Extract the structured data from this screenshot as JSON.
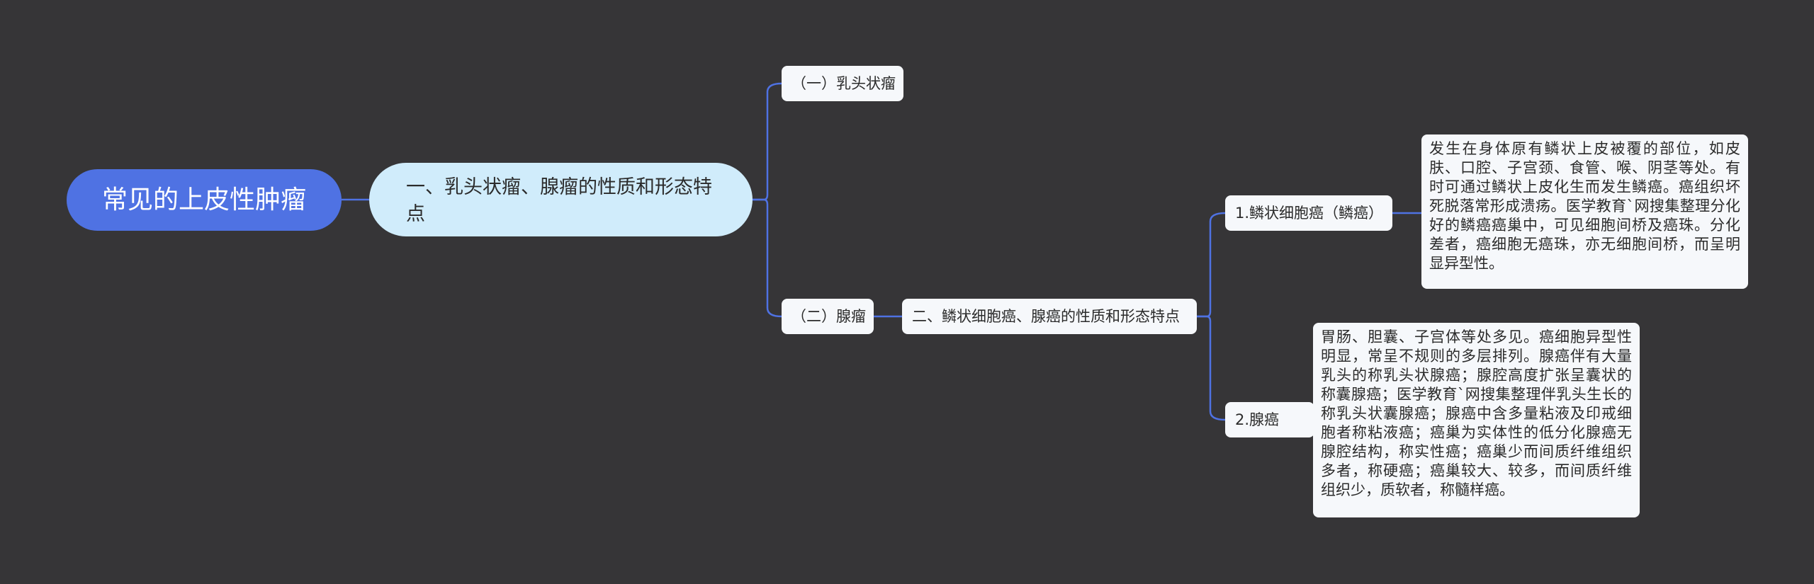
{
  "mindmap": {
    "root": {
      "label": "常见的上皮性肿瘤"
    },
    "branch": {
      "label": "一、乳头状瘤、腺瘤的性质和形态特点",
      "children": {
        "papilloma": {
          "label": "（一）乳头状瘤"
        },
        "adenoma": {
          "label": "（二）腺瘤",
          "section": {
            "label": "二、鳞状细胞癌、腺癌的性质和形态特点",
            "squamous": {
              "label": "1.鳞状细胞癌（鳞癌）",
              "detail": "发生在身体原有鳞状上皮被覆的部位，如皮肤、口腔、子宫颈、食管、喉、阴茎等处。有时可通过鳞状上皮化生而发生鳞癌。癌组织坏死脱落常形成溃疡。医学教育`网搜集整理分化好的鳞癌癌巢中，可见细胞间桥及癌珠。分化差者，癌细胞无癌珠，亦无细胞间桥，而呈明显异型性。"
            },
            "adenocarcinoma": {
              "label": "2.腺癌",
              "detail": "胃肠、胆囊、子宫体等处多见。癌细胞异型性明显，常呈不规则的多层排列。腺癌伴有大量乳头的称乳头状腺癌；腺腔高度扩张呈囊状的称囊腺癌；医学教育`网搜集整理伴乳头生长的称乳头状囊腺癌；腺癌中含多量粘液及印戒细胞者称粘液癌；癌巢为实体性的低分化腺癌无腺腔结构，称实性癌；癌巢少而间质纤维组织多者，称硬癌；癌巢较大、较多，而间质纤维组织少，质软者，称髓样癌。"
            }
          }
        }
      }
    }
  },
  "colors": {
    "background": "#363537",
    "root_fill": "#4f72e3",
    "branch_fill": "#d0ecfb",
    "leaf_fill": "#f6f8fb",
    "connector": "#4f72e3"
  }
}
